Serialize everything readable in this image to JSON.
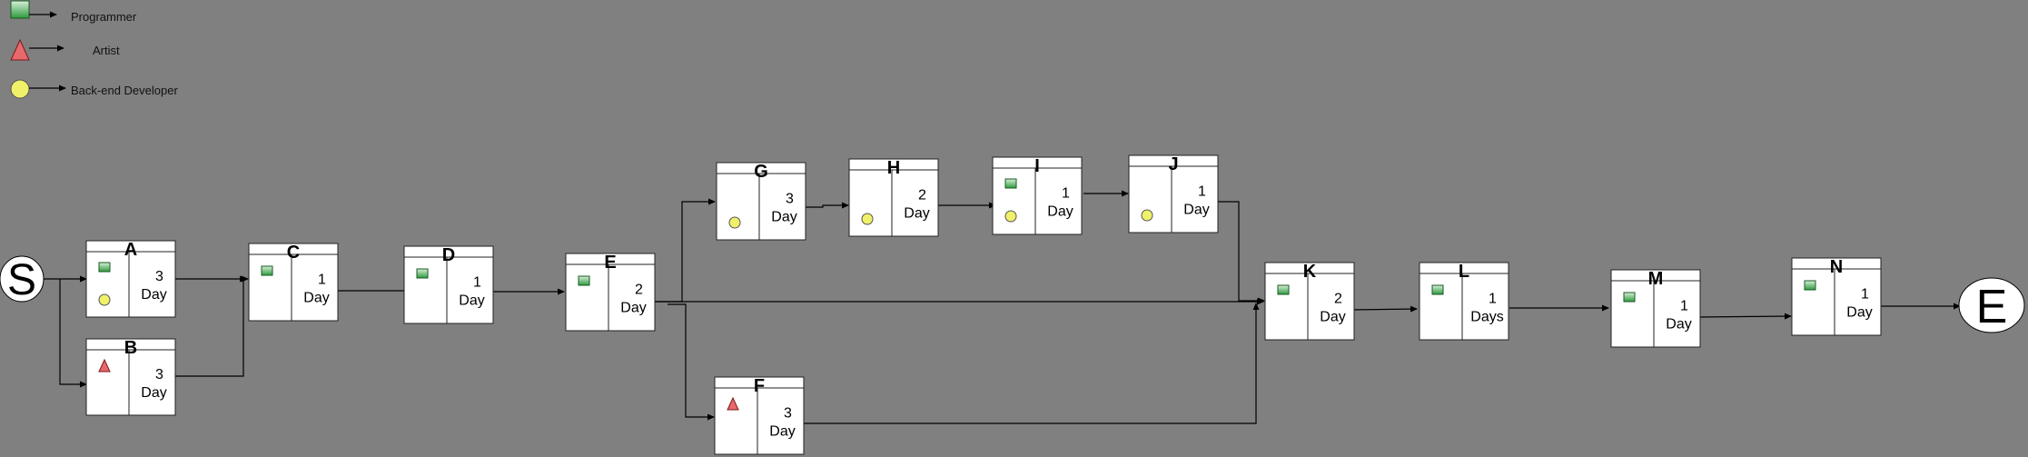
{
  "legend": [
    {
      "id": "programmer",
      "symbol": "square",
      "label": "Programmer"
    },
    {
      "id": "artist",
      "symbol": "triangle",
      "label": "Artist"
    },
    {
      "id": "backend",
      "symbol": "circle",
      "label": "Back-end Developer"
    }
  ],
  "colors": {
    "background": "#808080",
    "programmer_fill_top": "#d8f0d8",
    "programmer_fill_bottom": "#2e9a3e",
    "artist_fill": "#e8686c",
    "backend_fill": "#f0f06a"
  },
  "start": {
    "label": "S"
  },
  "end": {
    "label": "E"
  },
  "tasks": [
    {
      "id": "A",
      "title": "A",
      "duration": [
        "3",
        "Day"
      ],
      "resources": [
        "programmer",
        "backend"
      ]
    },
    {
      "id": "B",
      "title": "B",
      "duration": [
        "3",
        "Day"
      ],
      "resources": [
        "artist"
      ]
    },
    {
      "id": "C",
      "title": "C",
      "duration": [
        "1",
        "Day"
      ],
      "resources": [
        "programmer"
      ]
    },
    {
      "id": "D",
      "title": "D",
      "duration": [
        "1",
        "Day"
      ],
      "resources": [
        "programmer"
      ]
    },
    {
      "id": "E",
      "title": "E",
      "duration": [
        "2",
        "Day"
      ],
      "resources": [
        "programmer"
      ]
    },
    {
      "id": "G",
      "title": "G",
      "duration": [
        "3",
        "Day"
      ],
      "resources": [
        "backend"
      ]
    },
    {
      "id": "H",
      "title": "H",
      "duration": [
        "2",
        "Day"
      ],
      "resources": [
        "backend"
      ]
    },
    {
      "id": "I",
      "title": "I",
      "duration": [
        "1",
        "Day"
      ],
      "resources": [
        "programmer",
        "backend"
      ]
    },
    {
      "id": "J",
      "title": "J",
      "duration": [
        "1",
        "Day"
      ],
      "resources": [
        "backend"
      ]
    },
    {
      "id": "F",
      "title": "F",
      "duration": [
        "3",
        "Day"
      ],
      "resources": [
        "artist"
      ]
    },
    {
      "id": "K",
      "title": "K",
      "duration": [
        "2",
        "Day"
      ],
      "resources": [
        "programmer"
      ]
    },
    {
      "id": "L",
      "title": "L",
      "duration": [
        "1",
        "Days"
      ],
      "resources": [
        "programmer"
      ]
    },
    {
      "id": "M",
      "title": "M",
      "duration": [
        "1",
        "Day"
      ],
      "resources": [
        "programmer"
      ]
    },
    {
      "id": "N",
      "title": "N",
      "duration": [
        "1",
        "Day"
      ],
      "resources": [
        "programmer"
      ]
    }
  ],
  "edges": [
    [
      "S",
      "A"
    ],
    [
      "S",
      "B"
    ],
    [
      "A",
      "C"
    ],
    [
      "B",
      "C"
    ],
    [
      "C",
      "D"
    ],
    [
      "D",
      "E"
    ],
    [
      "E",
      "G"
    ],
    [
      "E",
      "F"
    ],
    [
      "E",
      "K"
    ],
    [
      "G",
      "H"
    ],
    [
      "H",
      "I"
    ],
    [
      "I",
      "J"
    ],
    [
      "J",
      "K"
    ],
    [
      "F",
      "K"
    ],
    [
      "K",
      "L"
    ],
    [
      "L",
      "M"
    ],
    [
      "M",
      "N"
    ],
    [
      "N",
      "E_end"
    ]
  ]
}
